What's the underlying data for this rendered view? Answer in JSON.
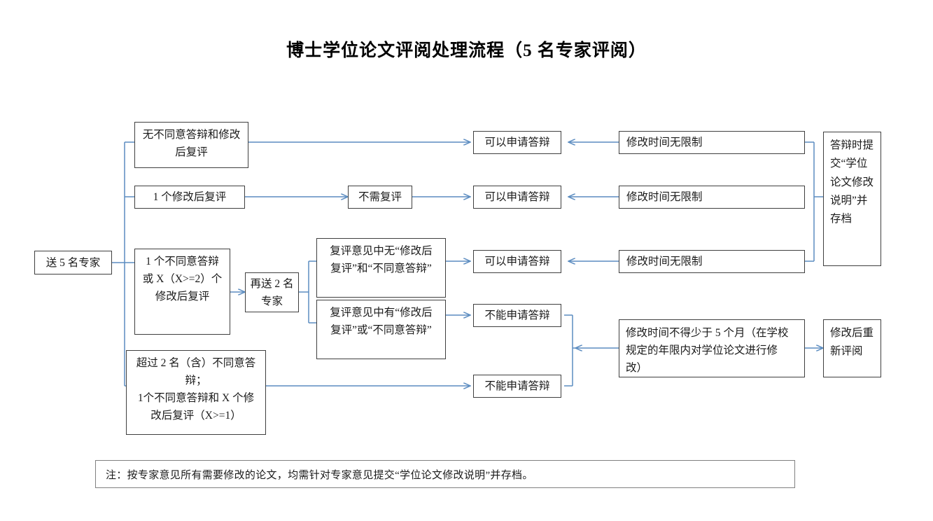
{
  "page": {
    "title": "博士学位论文评阅处理流程（5 名专家评阅）",
    "line_color": "#5b8cc0",
    "box_border_color": "#3f3f3f",
    "background": "#ffffff"
  },
  "nodes": {
    "start": "送 5 名专家",
    "branch1": "无不同意答辩和修改\n后复评",
    "branch2": "1 个修改后复评",
    "branch3": "1 个不同意答辩\n或 X（X>=2）个\n修改后复评",
    "branch4": "超过 2 名（含）不同意答\n辩；\n1个不同意答辩和 X 个修\n改后复评（X>=1）",
    "resend": "再送 2 名\n专家",
    "review_none": "复评意见中无“修改后\n复评”和“不同意答辩”",
    "review_some": "复评意见中有“修改后\n复评”或“不同意答辩”",
    "no_review_needed": "不需复评",
    "allow1": "可以申请答辩",
    "allow2": "可以申请答辩",
    "allow3": "可以申请答辩",
    "deny1": "不能申请答辩",
    "deny2": "不能申请答辩",
    "unlimited1": "修改时间无限制",
    "unlimited2": "修改时间无限制",
    "unlimited3": "修改时间无限制",
    "limited": "修改时间不得少于 5 个月（在学校\n规定的年限内对学位论文进行修\n改）",
    "submit_statement": "答辩时提\n交“学位\n论文修改\n说明”并\n存档",
    "re_review": "修改后重\n新评阅"
  },
  "note": {
    "text": "注：按专家意见所有需要修改的论文，均需针对专家意见提交“学位论文修改说明”并存档。"
  }
}
